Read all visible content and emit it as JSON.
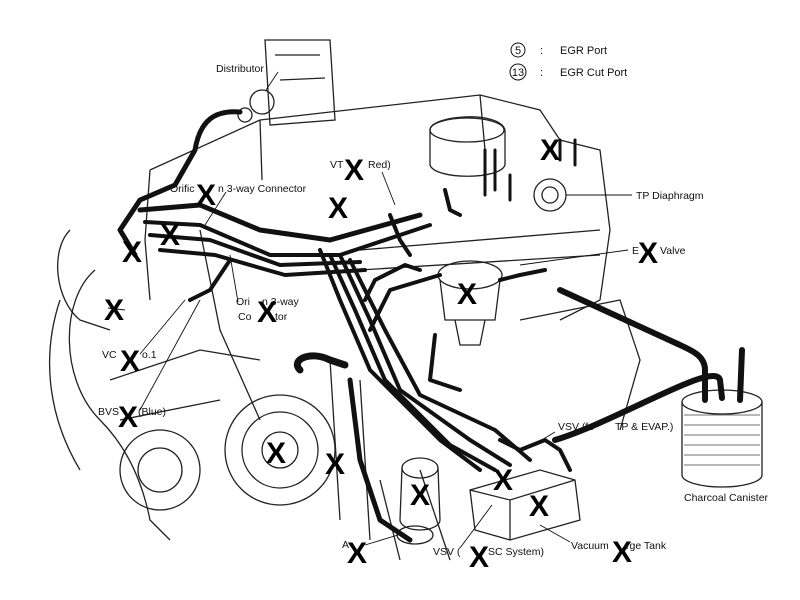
{
  "legend": [
    {
      "num": "5",
      "sep": ":",
      "text": "EGR Port"
    },
    {
      "num": "13",
      "sep": ":",
      "text": "EGR Cut Port"
    }
  ],
  "labels": {
    "distributor": "Distributor",
    "orifice_top": "Orific",
    "orifice_top2": "n 3-way Connector",
    "vtv": "VT",
    "vtv2": "Red)",
    "tp_diaphragm": "TP Diaphragm",
    "egr_valve": "E",
    "egr_valve2": "Valve",
    "orifice_mid": "Ori",
    "orifice_mid2": "n 3-way",
    "connector": "Co",
    "connector2": "tor",
    "vcv": "VC",
    "vcv2": "o.1",
    "bvsv": "BVS",
    "bvsv2": "(Blue)",
    "vsv_tp": "VSV (fo",
    "vsv_tp2": "TP & EVAP.)",
    "charcoal": "Charcoal Canister",
    "vacuum_tank": "Vacuum",
    "vacuum_tank2": "rge Tank",
    "vsv_isc": "VSV (",
    "vsv_isc2": "SC System)",
    "left_a": "A"
  },
  "marks": {
    "x": "X"
  },
  "colors": {
    "ink": "#111111",
    "background": "#ffffff"
  }
}
